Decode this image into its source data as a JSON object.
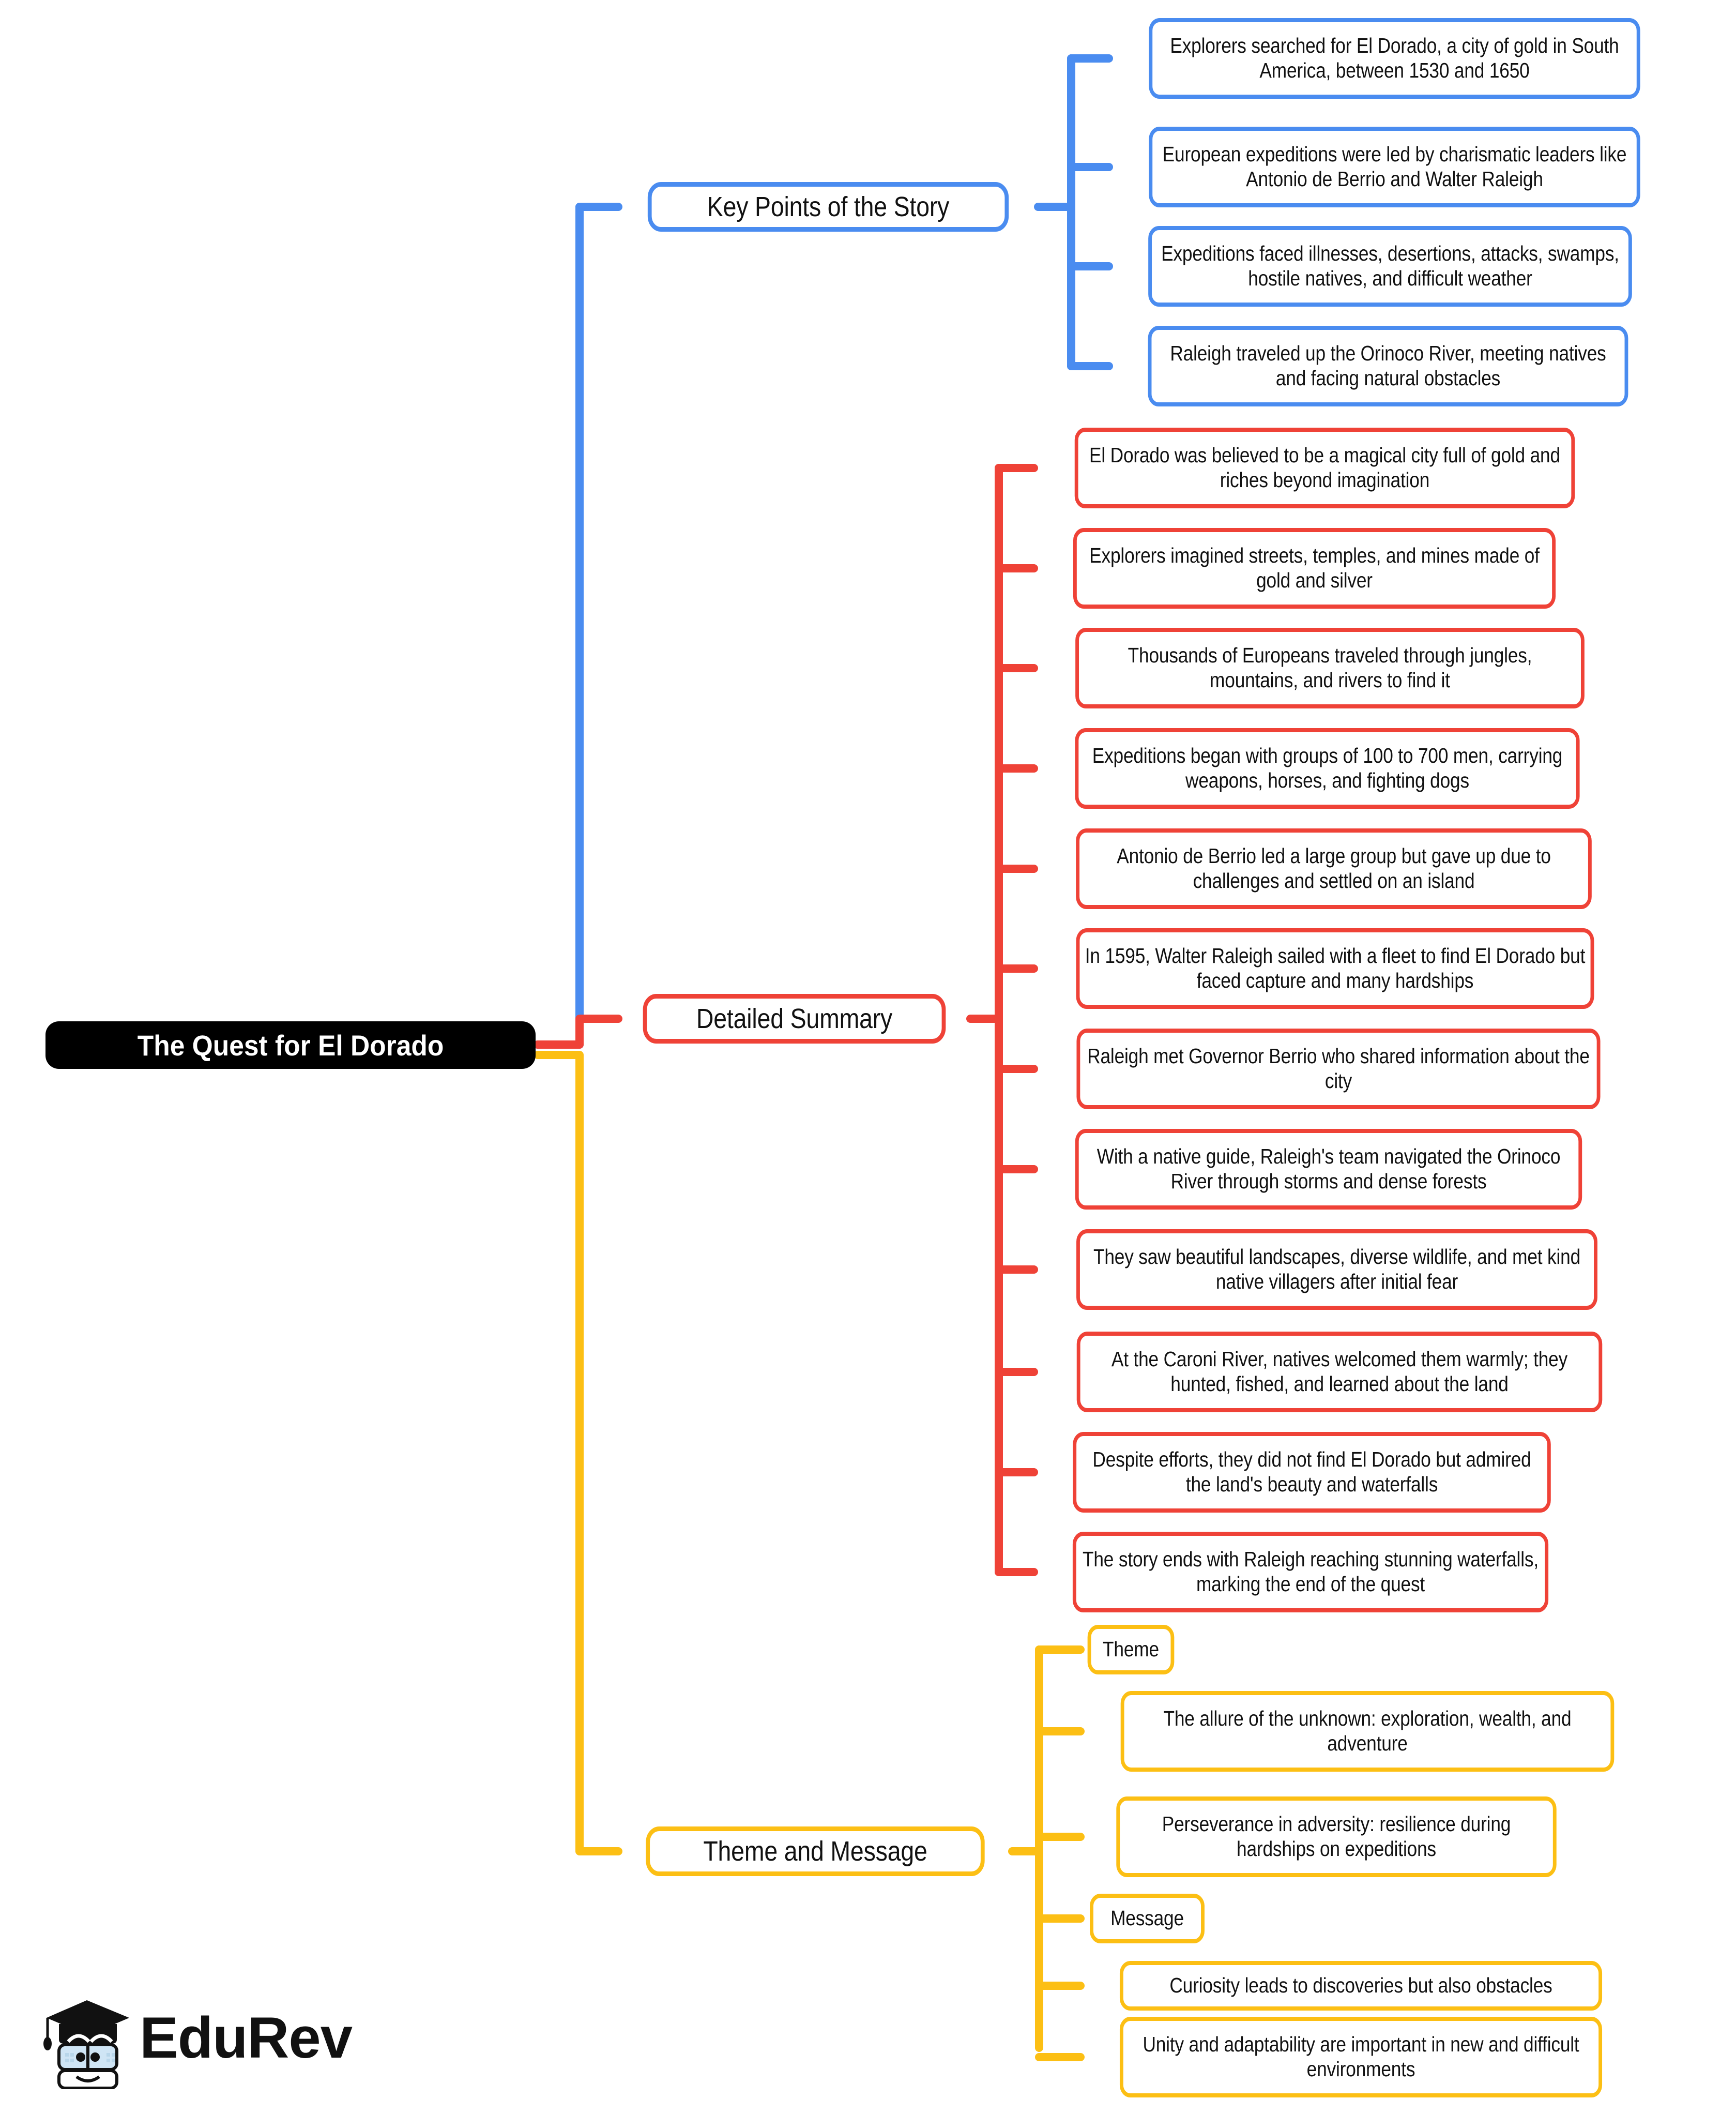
{
  "root": {
    "label": "The Quest for El Dorado"
  },
  "colors": {
    "blue": "#4a8cf0",
    "red": "#ef4237",
    "yellow": "#fcbf14",
    "root_bg": "#000000",
    "root_text": "#ffffff",
    "node_bg": "#ffffff",
    "node_text": "#111111",
    "logo_face": "#cfe5f5"
  },
  "branches": [
    {
      "label": "Key Points of the Story",
      "color": "blue",
      "children": [
        "Explorers searched for El Dorado, a city of gold in South America, between 1530 and 1650",
        "European expeditions were led by charismatic leaders like Antonio de Berrio and Walter Raleigh",
        "Expeditions faced illnesses, desertions, attacks, swamps, hostile natives, and difficult weather",
        "Raleigh traveled up the Orinoco River, meeting natives and facing natural obstacles"
      ]
    },
    {
      "label": "Detailed Summary",
      "color": "red",
      "children": [
        "El Dorado was believed to be a magical city full of gold and riches beyond imagination",
        "Explorers imagined streets, temples, and mines made of gold and silver",
        "Thousands of Europeans traveled through jungles, mountains, and rivers to find it",
        "Expeditions began with groups of 100 to 700 men, carrying weapons, horses, and fighting dogs",
        "Antonio de Berrio led a large group but gave up due to challenges and settled on an island",
        "In 1595, Walter Raleigh sailed with a fleet to find El Dorado but faced capture and many hardships",
        "Raleigh met Governor Berrio who shared information about the city",
        "With a native guide, Raleigh's team navigated the Orinoco River through storms and dense forests",
        "They saw beautiful landscapes, diverse wildlife, and met kind native villagers after initial fear",
        "At the Caroni River, natives welcomed them warmly; they hunted, fished, and learned about the land",
        "Despite efforts, they did not find El Dorado but admired the land's beauty and waterfalls",
        "The story ends with Raleigh reaching stunning waterfalls, marking the end of the quest"
      ]
    },
    {
      "label": "Theme and Message",
      "color": "yellow",
      "children": [
        "Theme",
        "The allure of the unknown: exploration, wealth, and adventure",
        "Perseverance in adversity: resilience during hardships on expeditions",
        "Message",
        "Curiosity leads to discoveries but also obstacles",
        "Unity and adaptability are important in new and difficult environments"
      ]
    }
  ],
  "logo": {
    "wordmark": "EduRev"
  }
}
